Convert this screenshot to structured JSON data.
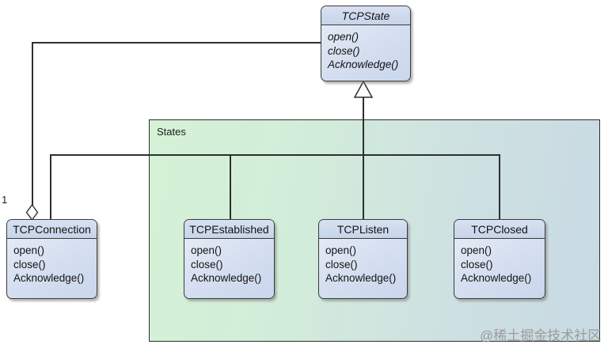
{
  "diagram": {
    "group": {
      "label": "States"
    },
    "association": {
      "multiplicity": "1"
    },
    "classes": {
      "tcpstate": {
        "name": "TCPState",
        "abstract": true,
        "methods": [
          "open()",
          "close()",
          "Acknowledge()"
        ]
      },
      "tcpconnection": {
        "name": "TCPConnection",
        "abstract": false,
        "methods": [
          "open()",
          "close()",
          "Acknowledge()"
        ]
      },
      "tcpestablished": {
        "name": "TCPEstablished",
        "abstract": false,
        "methods": [
          "open()",
          "close()",
          "Acknowledge()"
        ]
      },
      "tcplisten": {
        "name": "TCPListen",
        "abstract": false,
        "methods": [
          "open()",
          "close()",
          "Acknowledge()"
        ]
      },
      "tcpclosed": {
        "name": "TCPClosed",
        "abstract": false,
        "methods": [
          "open()",
          "close()",
          "Acknowledge()"
        ]
      }
    },
    "watermark": "@稀土掘金技术社区",
    "colors": {
      "class_fill_top": "#e9eff8",
      "class_fill_bottom": "#c9d6ec",
      "class_header_fill": "#c6d4ea",
      "class_border": "#3a3a3a",
      "group_fill_left": "#d5f2d6",
      "group_fill_right": "#c8dae3",
      "group_border": "#2d2d2d",
      "connector_line": "#2f2f2f",
      "watermark_text": "#9b9b9b",
      "background": "#ffffff"
    }
  }
}
